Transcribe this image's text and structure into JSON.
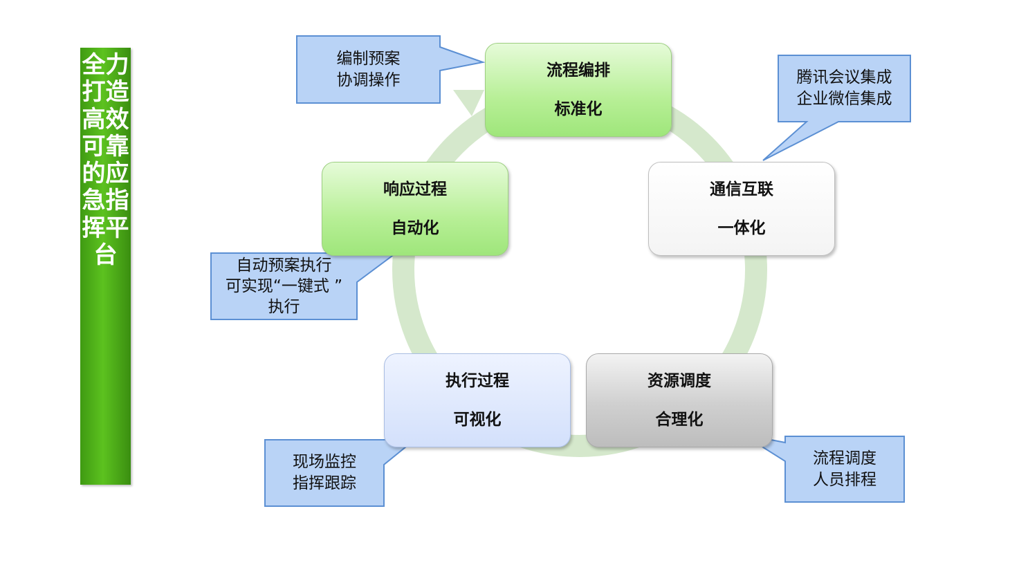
{
  "title": "全力打造高效可靠的应急指挥平台",
  "colors": {
    "title_bg": "#4ca818",
    "cycle_ring": "#d5e8cc",
    "callout_fill": "#b9d3f6",
    "callout_stroke": "#5b8fd3",
    "node_green": "#b7ef96",
    "node_blue": "#d3e0fb",
    "node_gray": "#cfcfcf"
  },
  "nodes": {
    "process": {
      "line1": "流程编排",
      "line2": "标准化"
    },
    "comm": {
      "line1": "通信互联",
      "line2": "一体化"
    },
    "resource": {
      "line1": "资源调度",
      "line2": "合理化"
    },
    "execution": {
      "line1": "执行过程",
      "line2": "可视化"
    },
    "response": {
      "line1": "响应过程",
      "line2": "自动化"
    }
  },
  "callouts": {
    "plan": {
      "line1": "编制预案",
      "line2": "协调操作"
    },
    "integration": {
      "line1": "腾讯会议集成",
      "line2": "企业微信集成"
    },
    "auto": {
      "line1": "自动预案执行",
      "line2": "可实现“一键式 ”",
      "line3": "执行"
    },
    "monitor": {
      "line1": "现场监控",
      "line2": "指挥跟踪"
    },
    "schedule": {
      "line1": "流程调度",
      "line2": "人员排程"
    }
  }
}
